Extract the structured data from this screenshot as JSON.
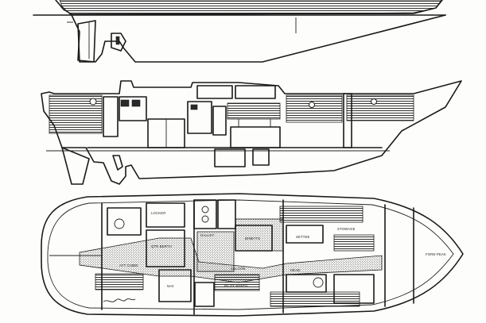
{
  "labels": {
    "forward_cabin": "FORE-PEAK",
    "saloon": "SALOON",
    "galley": "GALLEY",
    "dinette": "DINETTE",
    "chart_table": "NAV",
    "aft_cabin": "AFT CABIN",
    "head": "HEAD",
    "settee": "SETTEE",
    "hanging_locker": "LOCKER",
    "pilot_berth": "PILOT BERTH",
    "quarter_berth": "QTR BERTH",
    "stowage": "STOWAGE"
  }
}
